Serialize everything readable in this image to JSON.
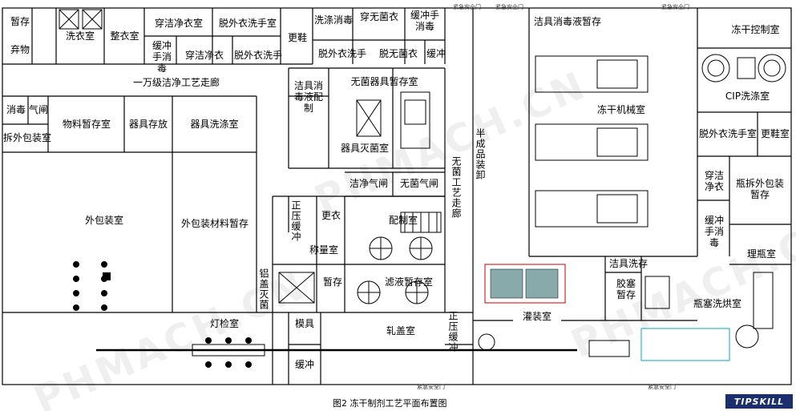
{
  "rooms": {
    "temp_store": "暂存",
    "waste": "弃物",
    "laundry": "洗衣室",
    "dressing": "整衣室",
    "wear_clean": "穿洁净衣室",
    "undress_wash_top": "脱外衣洗手室",
    "change": "更鞋",
    "wash_disinfect": "洗涤消毒",
    "wear_sterile": "穿无菌衣",
    "buffer_disinfect": "缓冲手消毒",
    "buffer_hand": "缓冲手消毒",
    "wear_clean2": "穿洁净衣",
    "undress_wash2": "脱外衣洗手",
    "undress_wash3": "脱外衣洗手",
    "undress_sterile": "脱无菌衣",
    "buffer_top": "缓冲",
    "clean_disinfect_tools": "洁具消毒液暂存",
    "corridor_l1": "一万级洁净工艺走廊",
    "tool_disinfect": "洁具消毒液配制",
    "sterile_tool_store": "无菌器具暂存室",
    "tool_sterilize": "器具灭菌室",
    "disinfect_left": "消毒",
    "airlock_left": "气闸",
    "unpack_left": "拆外包装室",
    "material_store": "物料暂存室",
    "tool_store": "器具存放",
    "tool_wash": "器具洗涤室",
    "outer_pack": "外包装室",
    "outer_material_store": "外包装材料暂存",
    "clean_airlock": "洁净气闸",
    "sterile_airlock": "无菌气闸",
    "sterile_corridor": "无菌工艺走廊",
    "semi_product": "半成品装卸",
    "positive_buffer": "正压缓冲",
    "change_clothes": "更衣",
    "weighing": "称量室",
    "prep_room": "配制室",
    "aluminum_cap": "铝盖灭菌",
    "store2": "暂存",
    "filtrate_store": "滤液暂存室",
    "lamp_inspect": "灯检室",
    "mould": "模具",
    "buffer_bottom": "缓冲",
    "capping": "轧盖室",
    "positive_buffer2": "正压缓冲",
    "filling": "灌装室",
    "lyo_control": "冻干控制室",
    "cip_wash": "CIP洗涤室",
    "lyo_machine": "冻干机械室",
    "undress_wash_right": "脱外衣洗手室",
    "change_shoes_right": "更鞋室",
    "wear_clean_right": "穿洁净衣",
    "bottle_unpack": "瓶拆外包装暂存",
    "buffer_right": "缓冲手消毒",
    "bottle_sort": "理瓶室",
    "tool_wash_store": "洁具洗存",
    "stopper_store": "胶塞暂存",
    "bottle_wash": "瓶塞洗烘室"
  },
  "door_labels": {
    "emergency": "紧急安全门"
  },
  "caption": "图2 冻干制剂工艺平面布置图",
  "watermark": "PHMACH.CN",
  "logo": "TIPSKILL"
}
